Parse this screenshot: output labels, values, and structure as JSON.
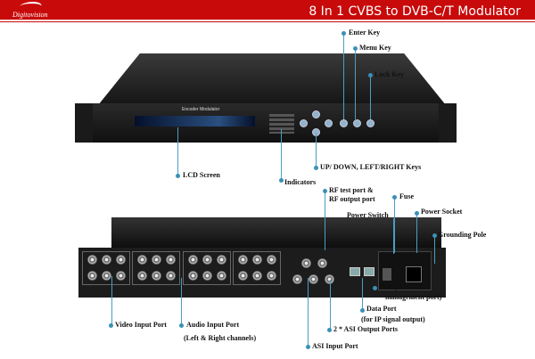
{
  "header": {
    "logo": "Digitovision",
    "title": "8 In 1 CVBS to DVB-C/T Modulator"
  },
  "front_panel": {
    "device_label": "Encoder Modulator",
    "labels": {
      "enter": "Enter Key",
      "menu": "Menu Key",
      "lock": "Lock Key",
      "lcd": "LCD Screen",
      "indicators": "Indicators",
      "nav": "UP/ DOWN, LEFT/RIGHT Keys"
    }
  },
  "rear_panel": {
    "labels": {
      "rf_line1": "RF test port &",
      "rf_line2": "RF output port",
      "fuse": "Fuse",
      "power_switch": "Power Switch",
      "power_socket": "Power Socket",
      "grounding": "Grounding Pole",
      "nms_line1": "NMS(Network",
      "nms_line2": "management port)",
      "data_line1": "Data Port",
      "data_line2": "(for IP signal output)",
      "asi_out": "2 * ASI Output Ports",
      "asi_in": "ASI Input Port",
      "video": "Video Input Port",
      "audio_line1": "Audio Input Port",
      "audio_line2": "(Left & Right channels)"
    }
  },
  "colors": {
    "header": "#c80a0a",
    "accent": "#3a90b8"
  }
}
